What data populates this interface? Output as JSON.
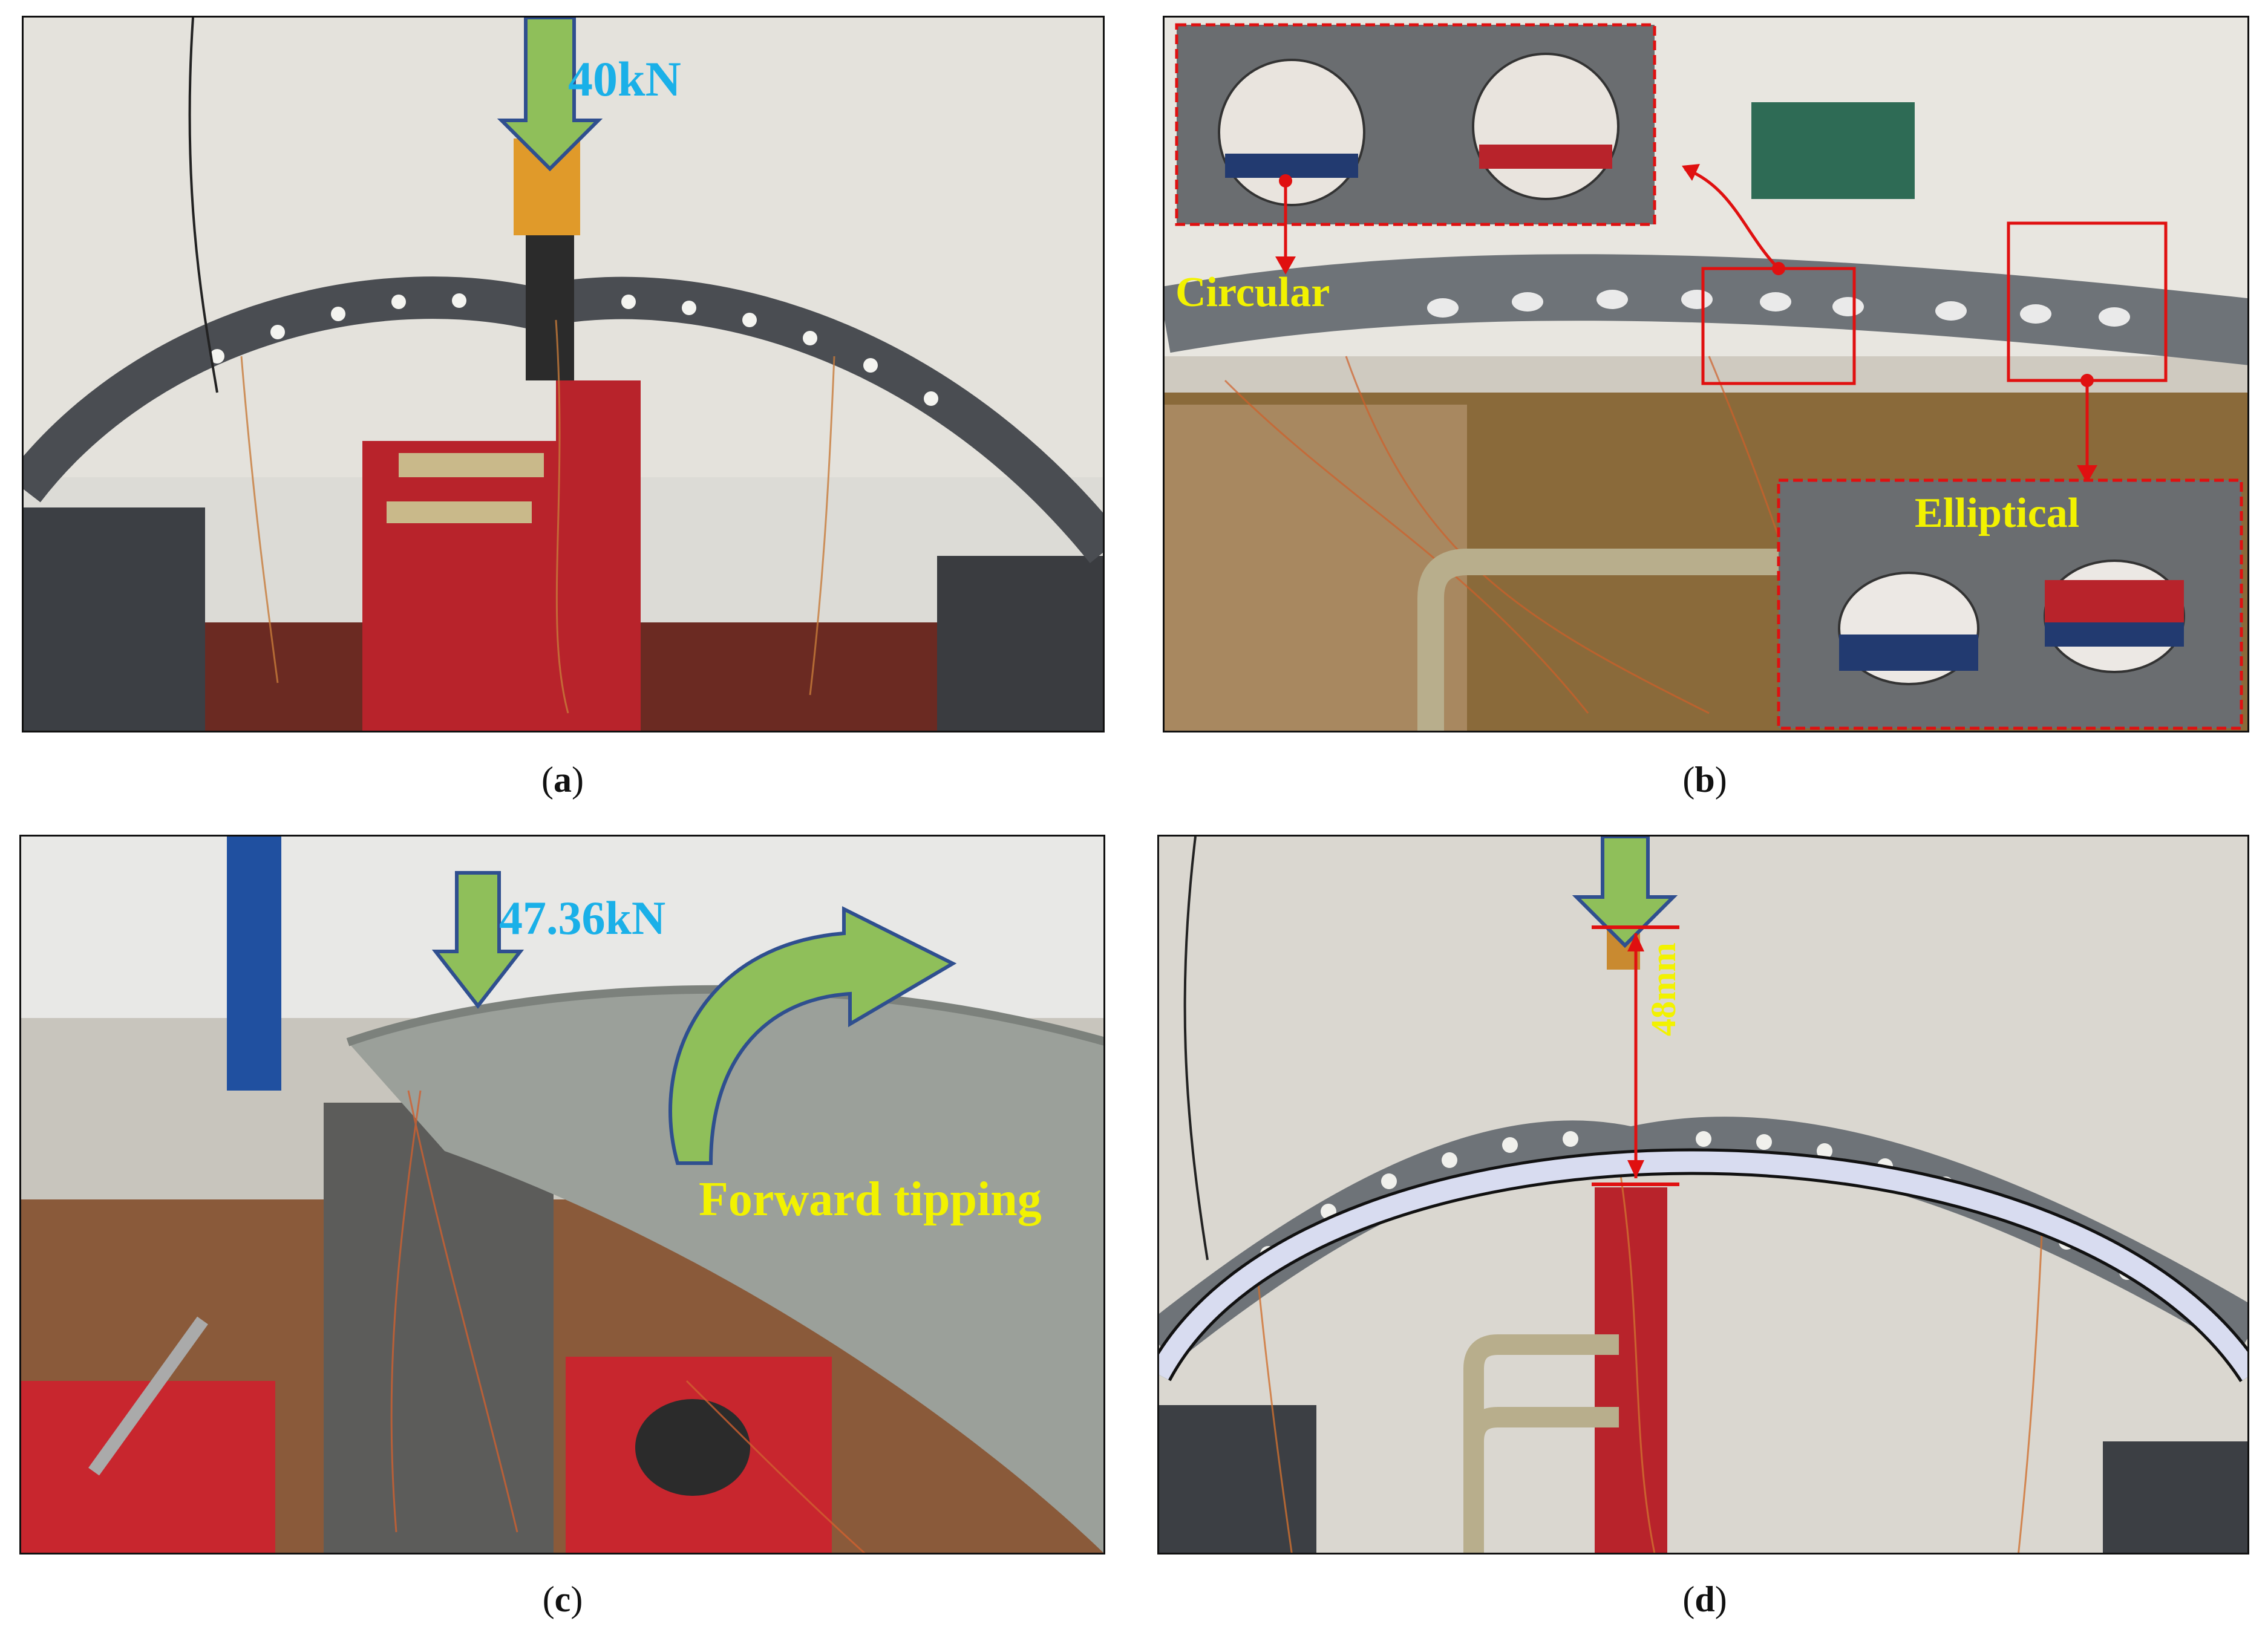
{
  "panel_a": {
    "caption_letter": "a",
    "load_label": "40kN"
  },
  "panel_b": {
    "caption_letter": "b",
    "circular_label": "Circular",
    "elliptical_label": "Elliptical"
  },
  "panel_c": {
    "caption_letter": "c",
    "load_label": "47.36kN",
    "tipping_label": "Forward tipping"
  },
  "panel_d": {
    "caption_letter": "d",
    "displacement_label": "48mm"
  },
  "colors": {
    "load_arrow": "#8fbf5a",
    "load_arrow_outline": "#2f4f8f",
    "load_text": "#1ab0e8",
    "annotation_text": "#f2f200",
    "annotation_red": "#e01010",
    "arch_band": "#d8dcf0"
  }
}
